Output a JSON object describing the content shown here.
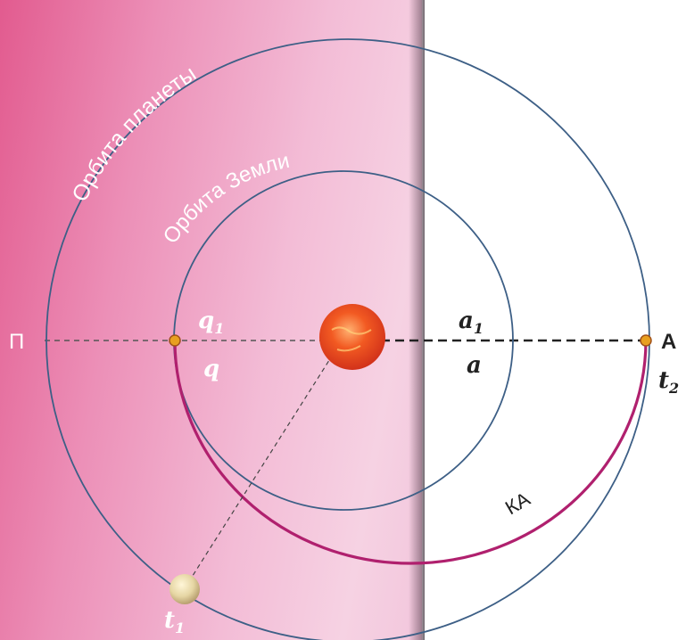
{
  "labels": {
    "planet_orbit": "Орбита планеты",
    "earth_orbit": "Орбита Земли",
    "perihelion": "П",
    "aphelion": "А",
    "q1": "q",
    "q1_sub": "1",
    "q": "q",
    "a1": "a",
    "a1_sub": "1",
    "a": "a",
    "t1": "t",
    "t1_sub": "1",
    "t2": "t",
    "t2_sub": "2",
    "spacecraft": "КА"
  },
  "colors": {
    "orbit_line": "#3d5f86",
    "transfer_orbit": "#b0206e",
    "sun": "#ee4a1c",
    "earth_marker": "#e8a020",
    "planet_body": "#e9ddb0",
    "dashed_axis": "#333333",
    "label_on_pink": "#ffffff",
    "label_on_white": "#222222"
  }
}
